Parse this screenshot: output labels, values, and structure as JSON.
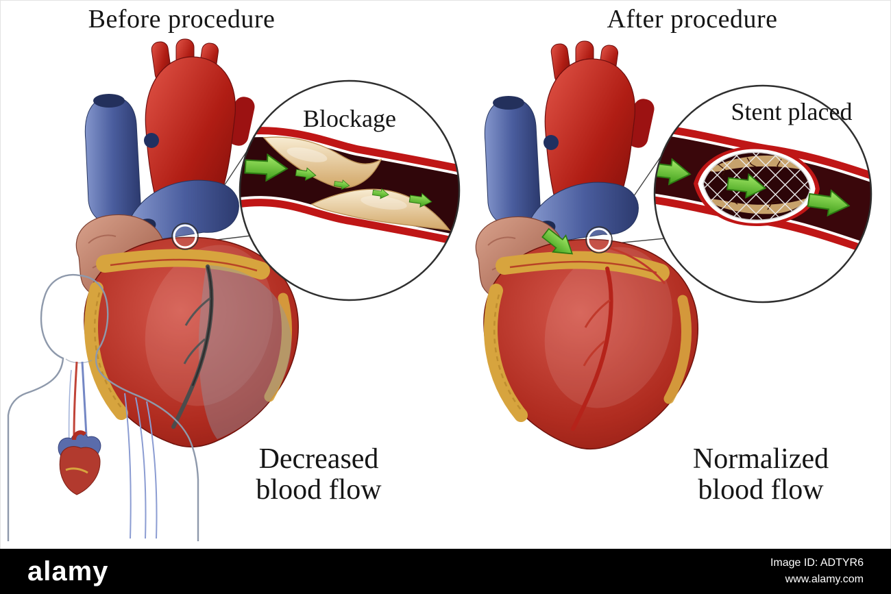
{
  "panels": {
    "before": {
      "title": "Before procedure",
      "inset_label": "Blockage",
      "caption": [
        "Decreased",
        "blood flow"
      ]
    },
    "after": {
      "title": "After procedure",
      "inset_label": "Stent placed",
      "caption": [
        "Normalized",
        "blood flow"
      ]
    }
  },
  "footer": {
    "brand": "alamy",
    "image_id": "Image ID: ADTYR6",
    "url": "www.alamy.com",
    "background": "#000000",
    "text_color": "#ffffff"
  },
  "colors": {
    "arrow_green": "#5fce2e",
    "heart_red": "#b02c20",
    "vessel_wall_red": "#bf1616",
    "lumen_dark": "#30060a",
    "plaque_tan": "#e8cf9e",
    "vein_blue": "#4a5d9e",
    "fat_yellow": "#d7a43e",
    "background": "#ffffff"
  }
}
